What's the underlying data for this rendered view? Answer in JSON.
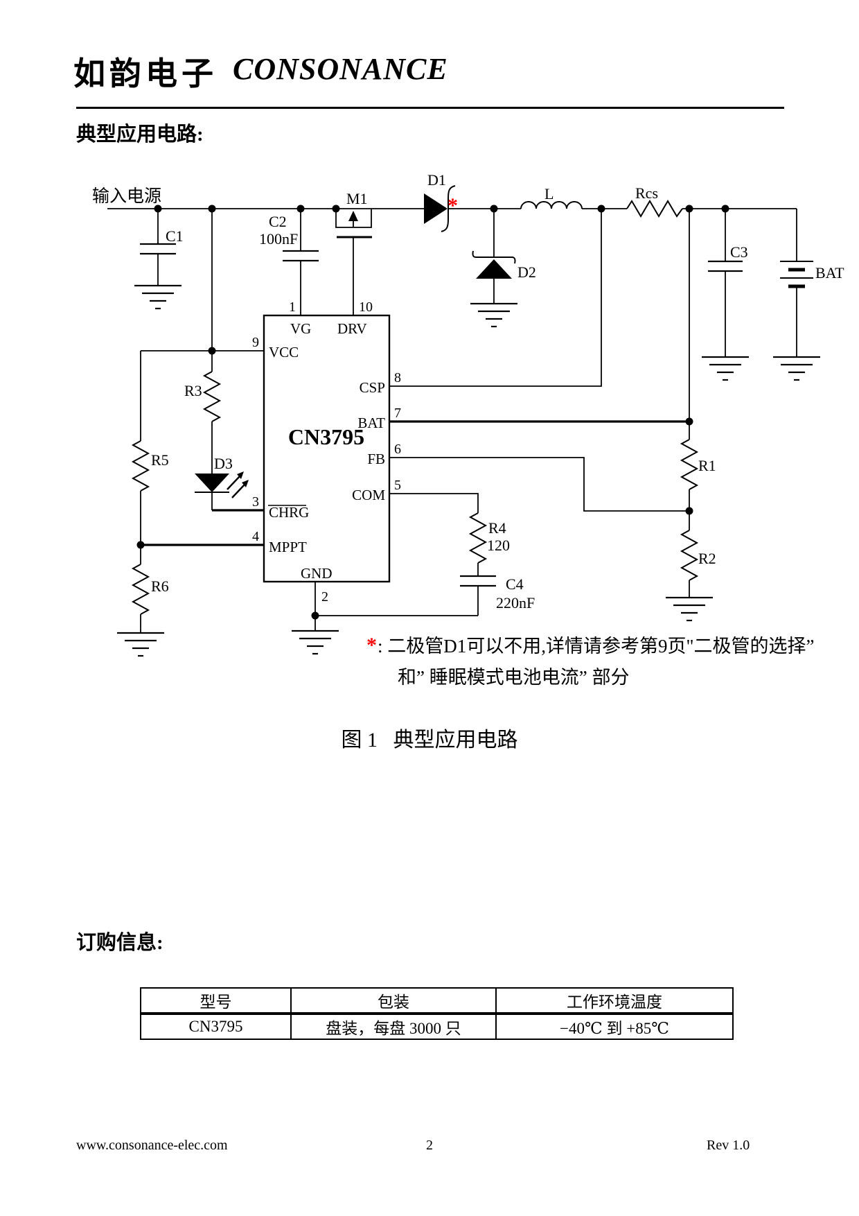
{
  "header": {
    "logo_cn": "如韵电子",
    "logo_en": "CONSONANCE"
  },
  "section_titles": {
    "typical_application": "典型应用电路:",
    "ordering_info": "订购信息:"
  },
  "schematic": {
    "input_label": "输入电源",
    "ic": {
      "name": "CN3795",
      "pin_names": {
        "vg": "VG",
        "drv": "DRV",
        "vcc": "VCC",
        "chrg": "CHRG",
        "mppt": "MPPT",
        "gnd": "GND",
        "csp": "CSP",
        "bat": "BAT",
        "fb": "FB",
        "com": "COM"
      },
      "pin_numbers": {
        "vg": "1",
        "drv": "10",
        "vcc": "9",
        "chrg": "3",
        "mppt": "4",
        "gnd": "2",
        "csp": "8",
        "bat": "7",
        "fb": "6",
        "com": "5"
      }
    },
    "components": {
      "c1": "C1",
      "c2": "C2",
      "c2_value": "100nF",
      "m1": "M1",
      "d1": "D1",
      "d2": "D2",
      "l": "L",
      "rcs": "Rcs",
      "c3": "C3",
      "battery": "BAT",
      "r1": "R1",
      "r2": "R2",
      "r3": "R3",
      "r4": "R4",
      "r4_value": "120",
      "r5": "R5",
      "r6": "R6",
      "d3": "D3",
      "c4": "C4",
      "c4_value": "220nF"
    },
    "annotation": {
      "asterisk": "*",
      "line1": ": 二极管D1可以不用,详情请参考第9页\"二极管的选择”",
      "line2": "和” 睡眠模式电池电流” 部分"
    },
    "asterisk_color": "#ff0000"
  },
  "figure_caption": "图 1   典型应用电路",
  "ordering_table": {
    "headers": [
      "型号",
      "包装",
      "工作环境温度"
    ],
    "row": [
      "CN3795",
      "盘装，每盘 3000 只",
      "−40℃ 到 +85℃"
    ]
  },
  "footer": {
    "website": "www.consonance-elec.com",
    "page_number": "2",
    "revision": "Rev 1.0"
  }
}
